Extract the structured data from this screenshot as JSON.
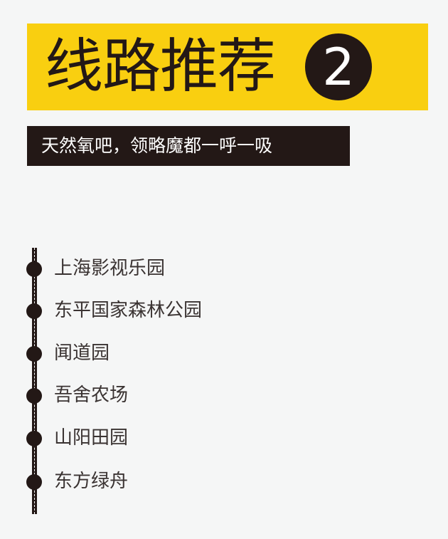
{
  "header": {
    "title": "线路推荐",
    "route_number": "2",
    "subtitle": "天然氧吧，领略魔都一呼一吸"
  },
  "route": {
    "stops": [
      {
        "label": "上海影视乐园"
      },
      {
        "label": "东平国家森林公园"
      },
      {
        "label": "闻道园"
      },
      {
        "label": "吾舍农场"
      },
      {
        "label": "山阳田园"
      },
      {
        "label": "东方绿舟"
      }
    ]
  },
  "colors": {
    "banner": "#f9cf10",
    "dark": "#231816",
    "background": "#f5f6f6"
  }
}
